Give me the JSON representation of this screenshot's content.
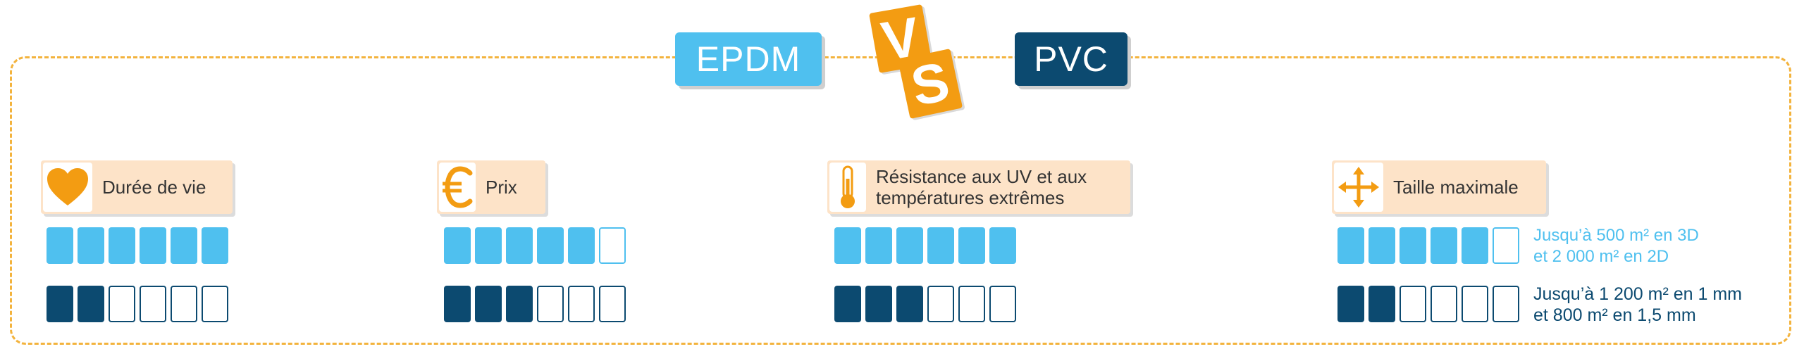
{
  "header": {
    "left_label": "EPDM",
    "vs_v": "V",
    "vs_s": "S",
    "right_label": "PVC"
  },
  "colors": {
    "epdm": "#4fc0ef",
    "pvc": "#0c4a70",
    "accent": "#f39c12",
    "category_bg": "#fde3c8",
    "frame": "#f3b33d"
  },
  "criteria": [
    {
      "icon": "heart-icon",
      "label": "Durée de vie",
      "epdm": {
        "score": 6,
        "max": 6
      },
      "pvc": {
        "score": 2,
        "max": 6
      }
    },
    {
      "icon": "euro-icon",
      "label": "Prix",
      "epdm": {
        "score": 5,
        "max": 6
      },
      "pvc": {
        "score": 3,
        "max": 6
      }
    },
    {
      "icon": "thermometer-icon",
      "label_line1": "Résistance aux UV et aux",
      "label_line2": "températures extrêmes",
      "epdm": {
        "score": 6,
        "max": 6
      },
      "pvc": {
        "score": 3,
        "max": 6
      }
    },
    {
      "icon": "move-arrows-icon",
      "label": "Taille maximale",
      "epdm": {
        "score": 5,
        "max": 6,
        "note_line1": "Jusqu’à 500 m² en 3D",
        "note_line2": "et 2 000 m² en 2D"
      },
      "pvc": {
        "score": 2,
        "max": 6,
        "note_line1": "Jusqu’à 1 200 m² en 1 mm",
        "note_line2": "et 800 m² en 1,5 mm"
      }
    }
  ]
}
